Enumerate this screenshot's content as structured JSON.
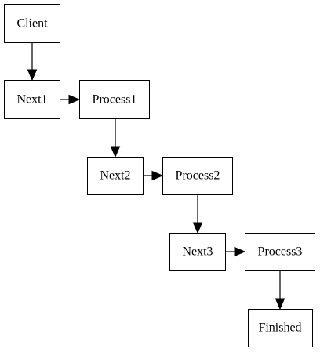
{
  "diagram": {
    "nodes": {
      "client": "Client",
      "next1": "Next1",
      "process1": "Process1",
      "next2": "Next2",
      "process2": "Process2",
      "next3": "Next3",
      "process3": "Process3",
      "finished": "Finished"
    },
    "edges": [
      {
        "from": "client",
        "to": "next1"
      },
      {
        "from": "next1",
        "to": "process1"
      },
      {
        "from": "process1",
        "to": "next2"
      },
      {
        "from": "next2",
        "to": "process2"
      },
      {
        "from": "process2",
        "to": "next3"
      },
      {
        "from": "next3",
        "to": "process3"
      },
      {
        "from": "process3",
        "to": "finished"
      }
    ],
    "colors": {
      "stroke": "#000000",
      "fill": "#ffffff"
    }
  }
}
